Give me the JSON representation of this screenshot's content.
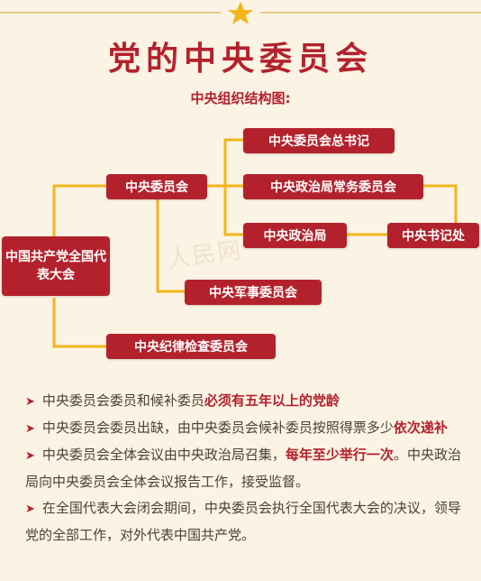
{
  "title": "党的中央委员会",
  "subtitle": "中央组织结构图:",
  "watermark": "人民网",
  "nodes": {
    "root": "中国共产党全国代表大会",
    "cc": "中央委员会",
    "gs": "中央委员会总书记",
    "psc": "中央政治局常务委员会",
    "pb": "中央政治局",
    "sec": "中央书记处",
    "mil": "中央军事委员会",
    "disc": "中央纪律检查委员会"
  },
  "notes": [
    {
      "t1": "中央委员会委员和候补委员",
      "h1": "必须有五年以上的党龄",
      "t2": "",
      "h2": "",
      "t3": ""
    },
    {
      "t1": "中央委员会委员出缺，由中央委员会候补委员按照得票多少",
      "h1": "依次递补",
      "t2": "",
      "h2": "",
      "t3": ""
    },
    {
      "t1": "中央委员会全体会议由中央政治局召集，",
      "h1": "每年至少举行一次",
      "t2": "。中央政治局向中央委员会全体会议报告工作，接受监督。",
      "h2": "",
      "t3": ""
    },
    {
      "t1": "在全国代表大会闭会期间，中央委员会执行全国代表大会的决议，领导党的全部工作，对外代表中国共产党。",
      "h1": "",
      "t2": "",
      "h2": "",
      "t3": ""
    }
  ],
  "colors": {
    "accent": "#b3222c",
    "line": "#f2b51c",
    "background": "#fbf3e4"
  }
}
